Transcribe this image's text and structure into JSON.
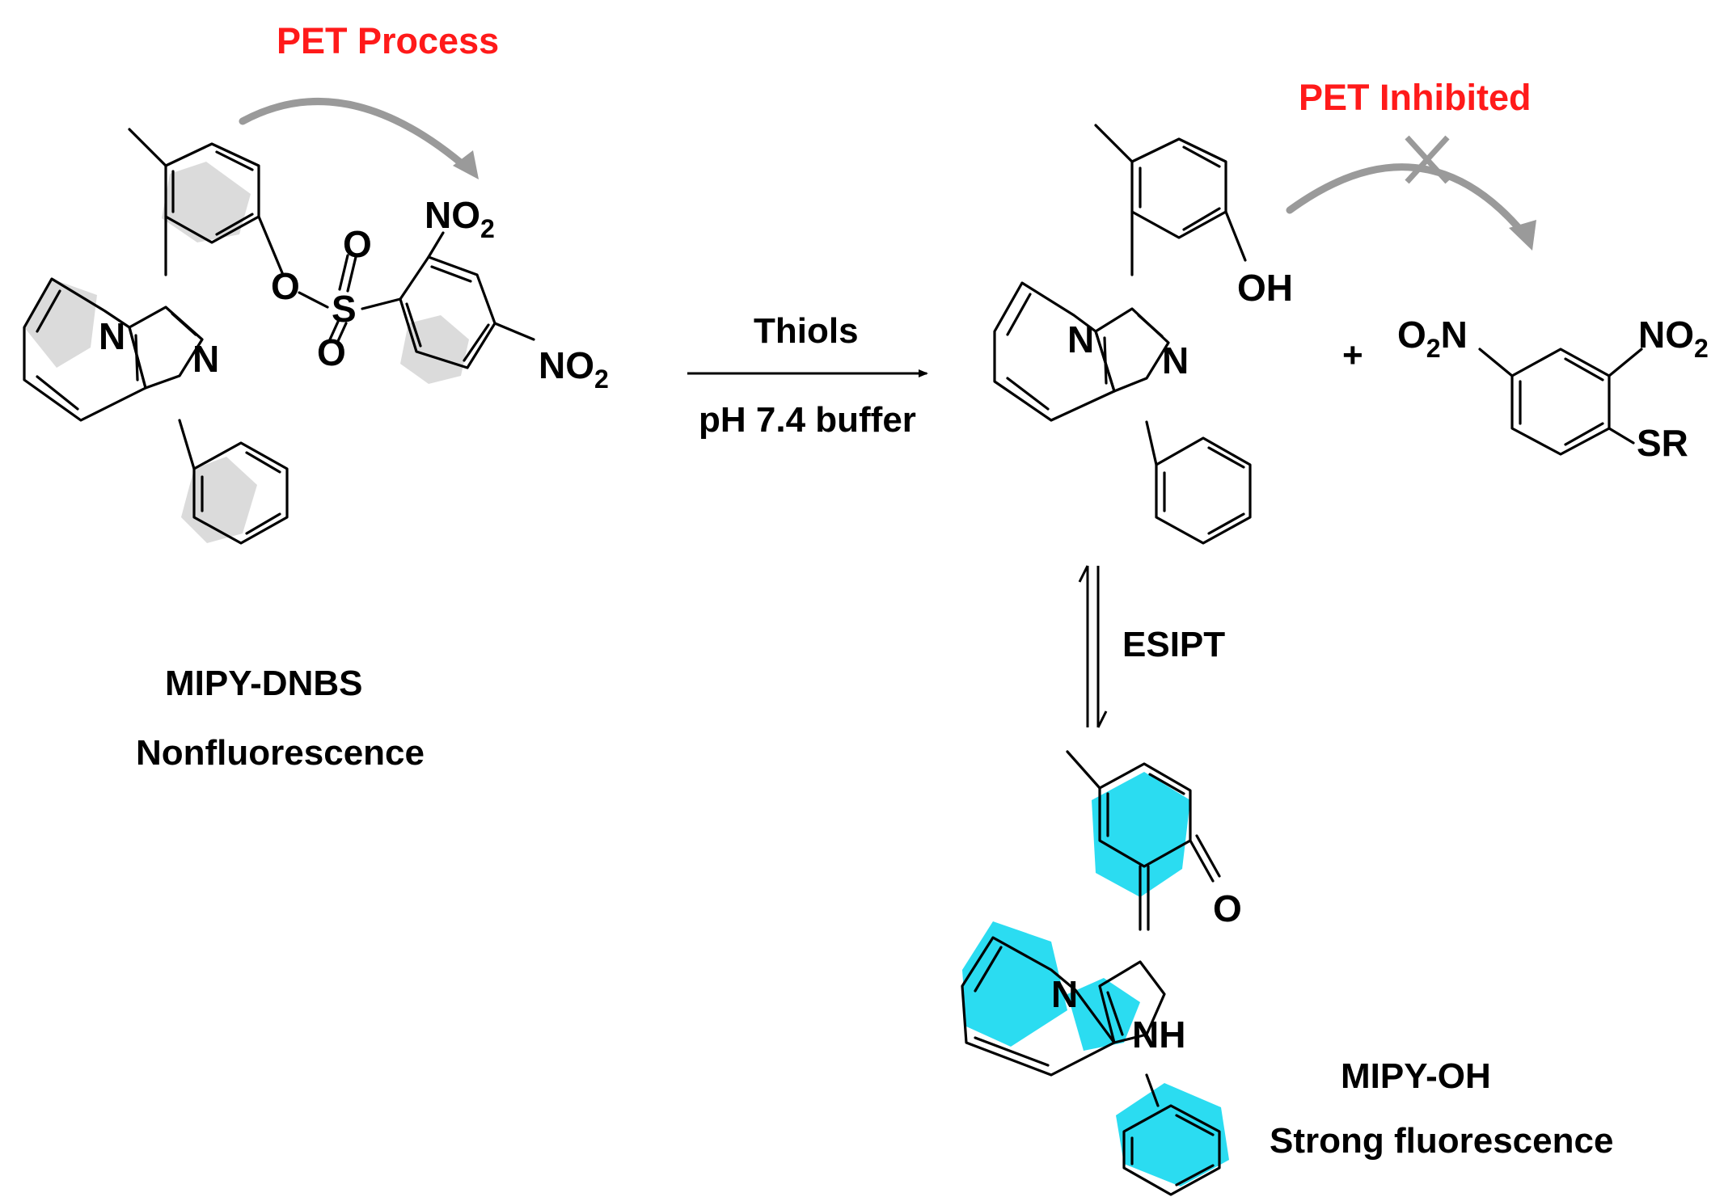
{
  "colors": {
    "accent_red": "#ff1a1a",
    "highlight_cyan": "#14d8f0",
    "curved_arrow_gray": "#9a9a9a"
  },
  "pet_process": "PET Process",
  "pet_inhibited": "PET Inhibited",
  "reagent": "Thiols",
  "condition": "pH 7.4 buffer",
  "esipt": "ESIPT",
  "plus": "+",
  "probe": {
    "name": "MIPY-DNBS",
    "state": "Nonfluorescence"
  },
  "product": {
    "name": "MIPY-OH",
    "state": "Strong fluorescence"
  },
  "atoms": {
    "N": "N",
    "O": "O",
    "S": "S",
    "NO": "NO",
    "two": "2",
    "O2N_O": "O",
    "O2N_N": "N",
    "OH": "OH",
    "NH": "NH",
    "SR": "SR"
  }
}
